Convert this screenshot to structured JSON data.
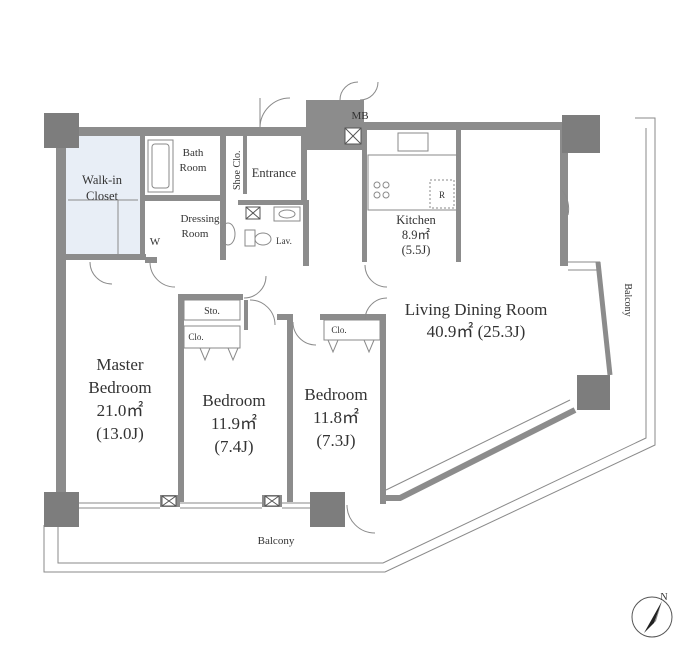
{
  "rooms": {
    "walk_in_closet": {
      "line1": "Walk-in",
      "line2": "Closet"
    },
    "bath_room": {
      "line1": "Bath",
      "line2": "Room"
    },
    "shoe_closet": "Shoe Clo.",
    "entrance": "Entrance",
    "mb": "MB",
    "dressing_room": {
      "line1": "Dressing",
      "line2": "Room"
    },
    "w": "W",
    "lav": "Lav.",
    "kitchen": {
      "name": "Kitchen",
      "area": "8.9㎡",
      "jo": "(5.5J)",
      "fridge": "R"
    },
    "living": {
      "name": "Living Dining Room",
      "area": "40.9㎡ (25.3J)"
    },
    "master": {
      "line1": "Master",
      "line2": "Bedroom",
      "area": "21.0㎡",
      "jo": "(13.0J)"
    },
    "bedroom2": {
      "name": "Bedroom",
      "area": "11.9㎡",
      "jo": "(7.4J)"
    },
    "bedroom3": {
      "name": "Bedroom",
      "area": "11.8㎡",
      "jo": "(7.3J)"
    },
    "storage": "Sto.",
    "closet_a": "Clo.",
    "closet_b": "Clo."
  },
  "balcony_bottom": "Balcony",
  "balcony_right": "Balcony",
  "compass": "N",
  "colors": {
    "wall": "#8c8c8c",
    "closet_fill": "#e8eef6",
    "line": "#8a8a8a"
  }
}
